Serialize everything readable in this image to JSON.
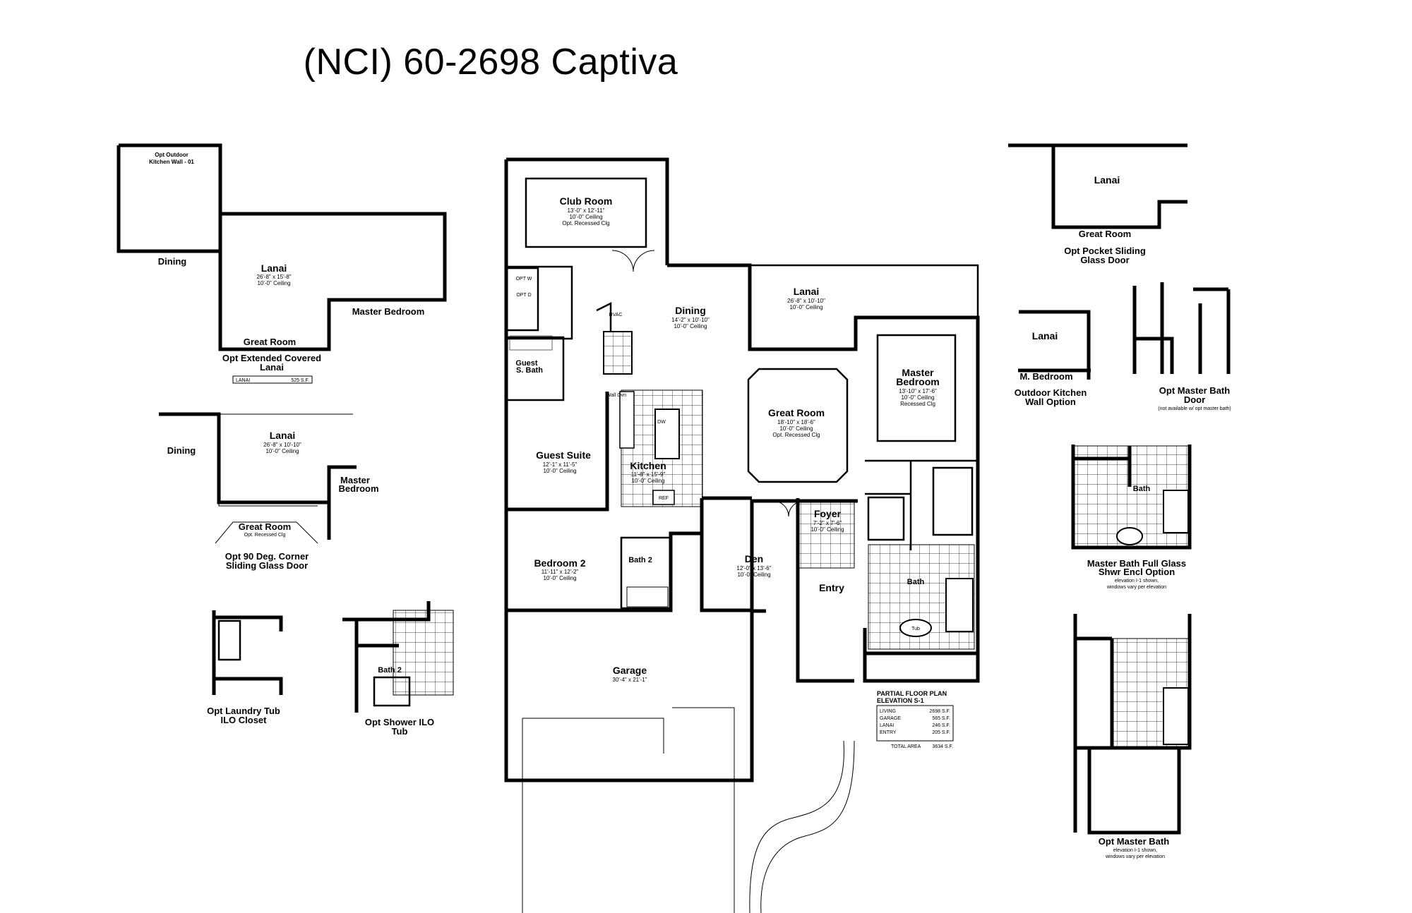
{
  "title": "(NCI) 60-2698 Captiva",
  "main_plan": {
    "club_room": {
      "name": "Club Room",
      "dims": "13'-0\" x 12'-11\"",
      "ceiling": "10'-0\" Ceiling",
      "note": "Opt. Recessed Clg"
    },
    "dining": {
      "name": "Dining",
      "dims": "14'-2\" x 10'-10\"",
      "ceiling": "10'-0\" Ceiling"
    },
    "lanai": {
      "name": "Lanai",
      "dims": "26'-8\" x 10'-10\"",
      "ceiling": "10'-0\" Ceiling"
    },
    "guest_bath": {
      "line1": "Guest",
      "line2": "S. Bath"
    },
    "guest_suite": {
      "name": "Guest Suite",
      "dims": "12'-1\" x 11'-5\"",
      "ceiling": "10'-0\" Ceiling"
    },
    "kitchen": {
      "name": "Kitchen",
      "dims": "11'-8\" x 15'-9\"",
      "ceiling": "10'-0\" Ceiling"
    },
    "great_room": {
      "name": "Great Room",
      "dims": "18'-10\" x 18'-6\"",
      "ceiling": "10'-0\" Ceiling",
      "note": "Opt. Recessed Clg"
    },
    "master_bedroom": {
      "line1": "Master",
      "line2": "Bedroom",
      "dims": "13'-10\" x 17'-6\"",
      "ceiling": "10'-0\" Ceiling",
      "note": "Recessed Clg"
    },
    "bedroom2": {
      "name": "Bedroom 2",
      "dims": "11'-11\" x 12'-2\"",
      "ceiling": "10'-0\" Ceiling"
    },
    "bath2": {
      "name": "Bath 2"
    },
    "den": {
      "name": "Den",
      "dims": "12'-0\" x 13'-6\"",
      "ceiling": "10'-0\" Ceiling"
    },
    "foyer": {
      "name": "Foyer",
      "dims": "7'-2\" x 7'-6\"",
      "ceiling": "10'-0\" Ceiling"
    },
    "entry": {
      "name": "Entry"
    },
    "bath": {
      "name": "Bath"
    },
    "garage": {
      "name": "Garage",
      "dims": "30'-4\" x 21'-1\""
    },
    "hvac": "HVAC",
    "wall_oven": "Wall Ovn",
    "dw": "DW",
    "ref": "REF",
    "opt_w": "OPT W",
    "opt_d": "OPT D",
    "tub": "Tub",
    "area_table": {
      "title": "PARTIAL FLOOR PLAN",
      "subtitle": "ELEVATION S-1",
      "rows": [
        {
          "label": "LIVING",
          "value": "2698 S.F."
        },
        {
          "label": "GARAGE",
          "value": "565 S.F."
        },
        {
          "label": "LANAI",
          "value": "246 S.F."
        },
        {
          "label": "ENTRY",
          "value": "205 S.F."
        }
      ],
      "total_label": "TOTAL AREA",
      "total_value": "3634 S.F."
    }
  },
  "options_left": {
    "opt_ext_lanai": {
      "kitchen_wall_line1": "Opt Outdoor",
      "kitchen_wall_line2": "Kitchen Wall - 01",
      "dining": "Dining",
      "lanai": "Lanai",
      "dims": "26'-8\" x 15'-8\"",
      "ceiling": "10'-0\" Ceiling",
      "master_bedroom": "Master Bedroom",
      "great_room": "Great Room",
      "caption_line1": "Opt Extended Covered",
      "caption_line2": "Lanai",
      "area_label": "LANAI",
      "area_value": "525 S.F."
    },
    "opt_corner_door": {
      "dining": "Dining",
      "lanai": "Lanai",
      "dims": "26'-8\" x 10'-10\"",
      "ceiling": "10'-0\" Ceiling",
      "master_line1": "Master",
      "master_line2": "Bedroom",
      "great_room": "Great Room",
      "great_room_note": "Opt. Recessed Clg",
      "caption_line1": "Opt 90 Deg. Corner",
      "caption_line2": "Sliding Glass Door"
    },
    "opt_laundry": {
      "caption_line1": "Opt Laundry Tub",
      "caption_line2": "ILO Closet"
    },
    "opt_shower": {
      "bath": "Bath 2",
      "caption_line1": "Opt Shower ILO",
      "caption_line2": "Tub"
    }
  },
  "options_right": {
    "opt_pocket_door": {
      "lanai": "Lanai",
      "great_room": "Great Room",
      "caption_line1": "Opt Pocket Sliding",
      "caption_line2": "Glass Door"
    },
    "opt_outdoor_kitchen": {
      "lanai": "Lanai",
      "m_bedroom": "M. Bedroom",
      "caption_line1": "Outdoor Kitchen",
      "caption_line2": "Wall Option"
    },
    "opt_master_bath_door": {
      "caption_line1": "Opt Master Bath",
      "caption_line2": "Door",
      "note": "(not available w/ opt master bath)"
    },
    "master_bath_glass": {
      "bath": "Bath",
      "caption_line1": "Master Bath Full Glass",
      "caption_line2": "Shwr Encl Option",
      "note1": "elevation I-1 shown,",
      "note2": "windows vary per elevation"
    },
    "opt_master_bath": {
      "caption": "Opt Master Bath",
      "note1": "elevation I-1 shown,",
      "note2": "windows vary per elevation"
    }
  }
}
